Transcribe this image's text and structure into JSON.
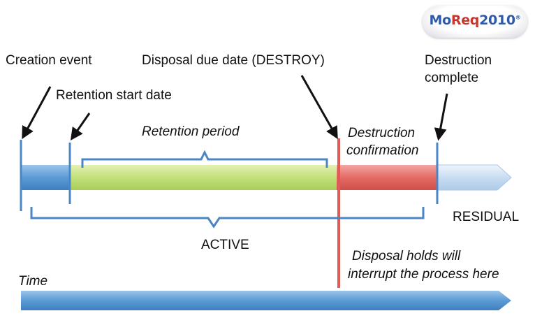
{
  "logo": {
    "part1": "Mo",
    "part2": "Req",
    "part3": "2010",
    "mark": "®"
  },
  "labels": {
    "creation_event": "Creation event",
    "retention_start": "Retention start date",
    "disposal_due": "Disposal due date (DESTROY)",
    "destruction_complete_line1": "Destruction",
    "destruction_complete_line2": "complete",
    "retention_period": "Retention period",
    "destruction_confirmation_line1": "Destruction",
    "destruction_confirmation_line2": "confirmation",
    "residual": "RESIDUAL",
    "active": "ACTIVE",
    "holds_line1": "Disposal holds will",
    "holds_line2": "interrupt the process here",
    "time": "Time"
  },
  "colors": {
    "blue_segment": "#5b9bd5",
    "green_segment": "#c3e07a",
    "red_segment": "#e56b66",
    "residual_segment": "#c9ddf1",
    "bracket": "#4a86c5",
    "disposal_line": "#e05a55",
    "arrow": "#111111",
    "time_arrow": "#5b9bd5"
  }
}
